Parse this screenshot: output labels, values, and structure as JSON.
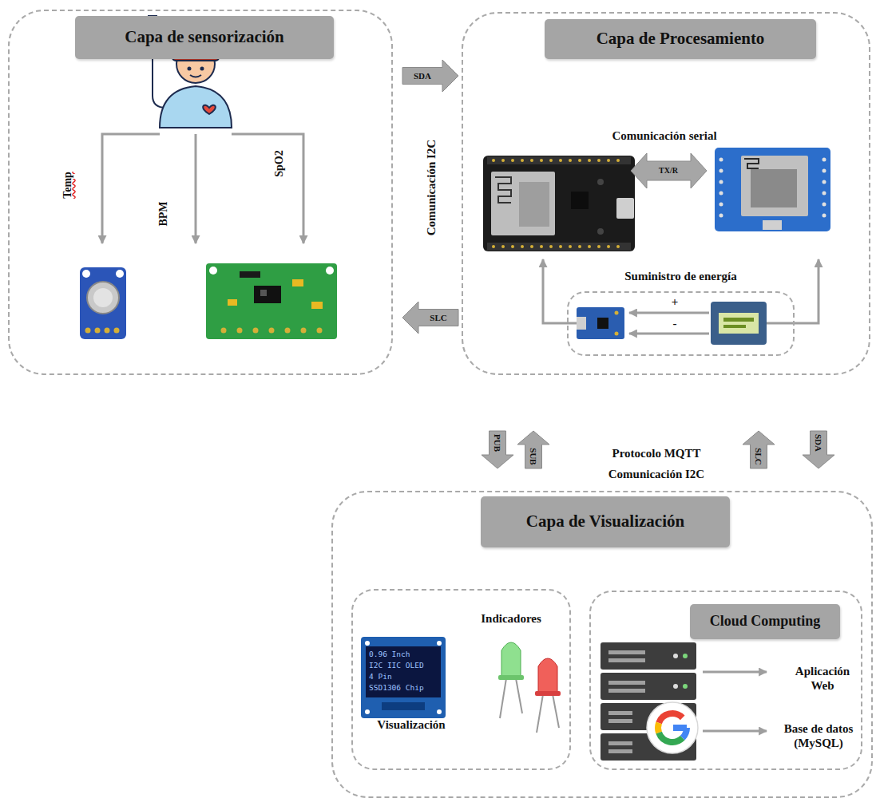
{
  "diagram": {
    "nodes": [
      {
        "text": [
          "Capa de sensorización"
        ]
      },
      {
        "text": [
          "Capa de Procesamiento"
        ]
      },
      {
        "text": [
          "Suministro de energía"
        ],
        "in": 1
      },
      {
        "text": [
          "Capa de Visualización"
        ]
      },
      {
        "text": [
          "Indicadores",
          "Visualización"
        ],
        "in": 3
      },
      {
        "text": [
          "Cloud Computing"
        ],
        "in": 3
      }
    ],
    "edges": [
      {
        "from": 0,
        "to": 1,
        "label": "SDA",
        "arrow": "to"
      },
      {
        "from": 1,
        "to": 0,
        "label": "SLC",
        "arrow": "to"
      },
      {
        "from": 1,
        "to": 3,
        "label": "PUB",
        "arrow": "to"
      },
      {
        "from": 3,
        "to": 1,
        "label": "SUB",
        "arrow": "to"
      },
      {
        "from": 3,
        "to": 1,
        "label": "SLC",
        "arrow": "to"
      },
      {
        "from": 1,
        "to": 3,
        "label": "SDA",
        "arrow": "to"
      }
    ],
    "labels": [
      "Temp",
      "BPM",
      "SpO2",
      "Comunicación I2C",
      "Comunicación serial",
      "TX/R",
      "+",
      "-",
      "Protocolo MQTT",
      "Comunicación I2C",
      "0.96 Inch",
      "I2C IIC OLED",
      "4 Pin",
      "SSD1306 Chip",
      "Aplicación Web",
      "Base de datos (MySQL)"
    ]
  }
}
